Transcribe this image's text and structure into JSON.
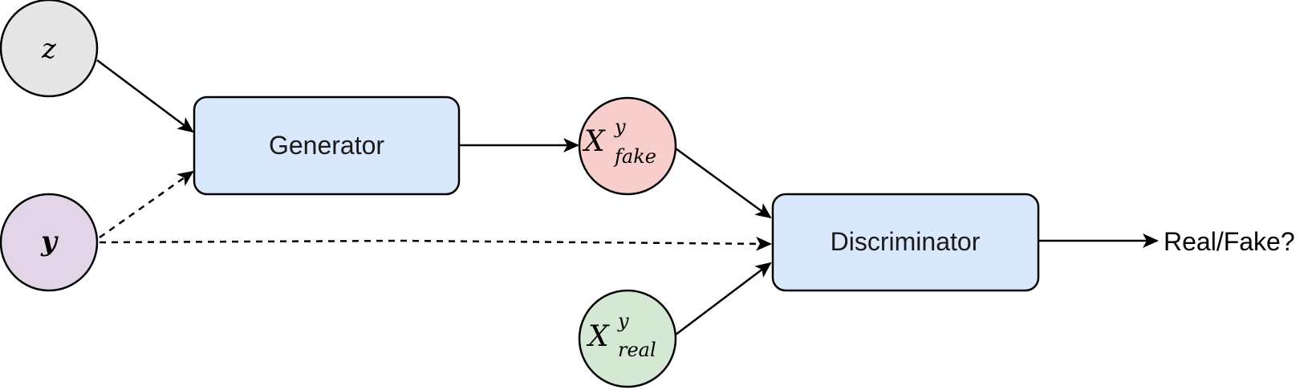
{
  "diagram": {
    "nodes": {
      "z": {
        "label": "z",
        "fill": "#e6e6e6"
      },
      "y": {
        "label": "y",
        "fill": "#e1d5e7"
      },
      "generator": {
        "label": "Generator",
        "fill": "#dae8fc"
      },
      "x_fake": {
        "base": "X",
        "sup": "y",
        "sub": "fake",
        "fill": "#f8cecc"
      },
      "x_real": {
        "base": "X",
        "sup": "y",
        "sub": "real",
        "fill": "#d5e8d4"
      },
      "discriminator": {
        "label": "Discriminator",
        "fill": "#dae8fc"
      }
    },
    "output": {
      "label": "Real/Fake?"
    },
    "edges": [
      {
        "from": "z",
        "to": "generator",
        "style": "solid"
      },
      {
        "from": "y",
        "to": "generator",
        "style": "dashed"
      },
      {
        "from": "generator",
        "to": "x_fake",
        "style": "solid"
      },
      {
        "from": "x_fake",
        "to": "discriminator",
        "style": "solid"
      },
      {
        "from": "y",
        "to": "discriminator",
        "style": "dashed"
      },
      {
        "from": "x_real",
        "to": "discriminator",
        "style": "solid"
      },
      {
        "from": "discriminator",
        "to": "output",
        "style": "solid"
      }
    ]
  }
}
